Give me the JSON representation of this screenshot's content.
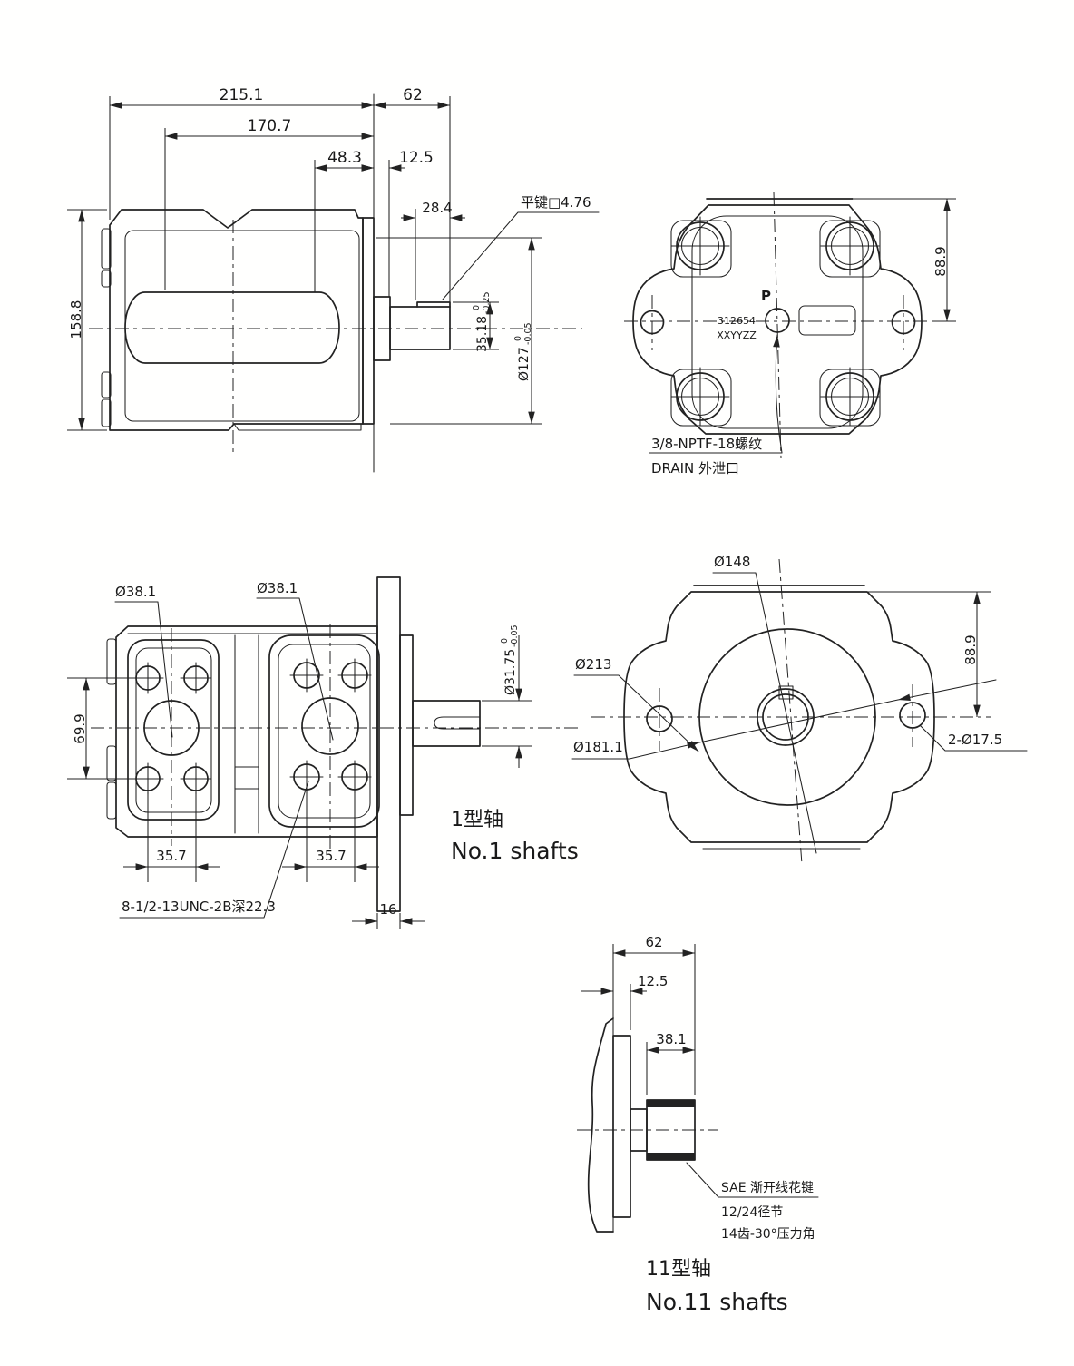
{
  "views": {
    "side": {
      "dim_215": "215.1",
      "dim_170": "170.7",
      "dim_48": "48.3",
      "dim_62": "62",
      "dim_125": "12.5",
      "dim_284": "28.4",
      "dim_158": "158.8",
      "key_note": "平键□4.76",
      "shaft_dia": "35.18",
      "shaft_tol_hi": "0",
      "shaft_tol_lo": "-0.25",
      "pilot_dia": "Ø127",
      "pilot_tol_hi": "0",
      "pilot_tol_lo": "-0.05"
    },
    "rear": {
      "port_label": "P",
      "part_no": "312654",
      "serial_code": "XXYYZZ",
      "dim_889": "88.9",
      "drain_note_1": "3/8-NPTF-18螺纹",
      "drain_note_2": "DRAIN 外泄口"
    },
    "ports": {
      "dim_port_left": "Ø38.1",
      "dim_port_right": "Ø38.1",
      "dim_699": "69.9",
      "dim_357_left": "35.7",
      "dim_357_right": "35.7",
      "thread_note": "8-1/2-13UNC-2B深22.3",
      "dim_16": "16",
      "shaft_dia": "Ø31.75",
      "shaft_tol_hi": "0",
      "shaft_tol_lo": "-0.05",
      "caption_cn": "1型轴",
      "caption_en": "No.1 shafts"
    },
    "front": {
      "dim_148": "Ø148",
      "dim_213": "Ø213",
      "dim_1811": "Ø181.1",
      "dim_889": "88.9",
      "dim_holes": "2-Ø17.5"
    },
    "shaft11": {
      "dim_62": "62",
      "dim_125": "12.5",
      "dim_381": "38.1",
      "spline_note_1": "SAE 渐开线花键",
      "spline_note_2": "12/24径节",
      "spline_note_3": "14齿-30°压力角",
      "caption_cn": "11型轴",
      "caption_en": "No.11 shafts"
    }
  }
}
